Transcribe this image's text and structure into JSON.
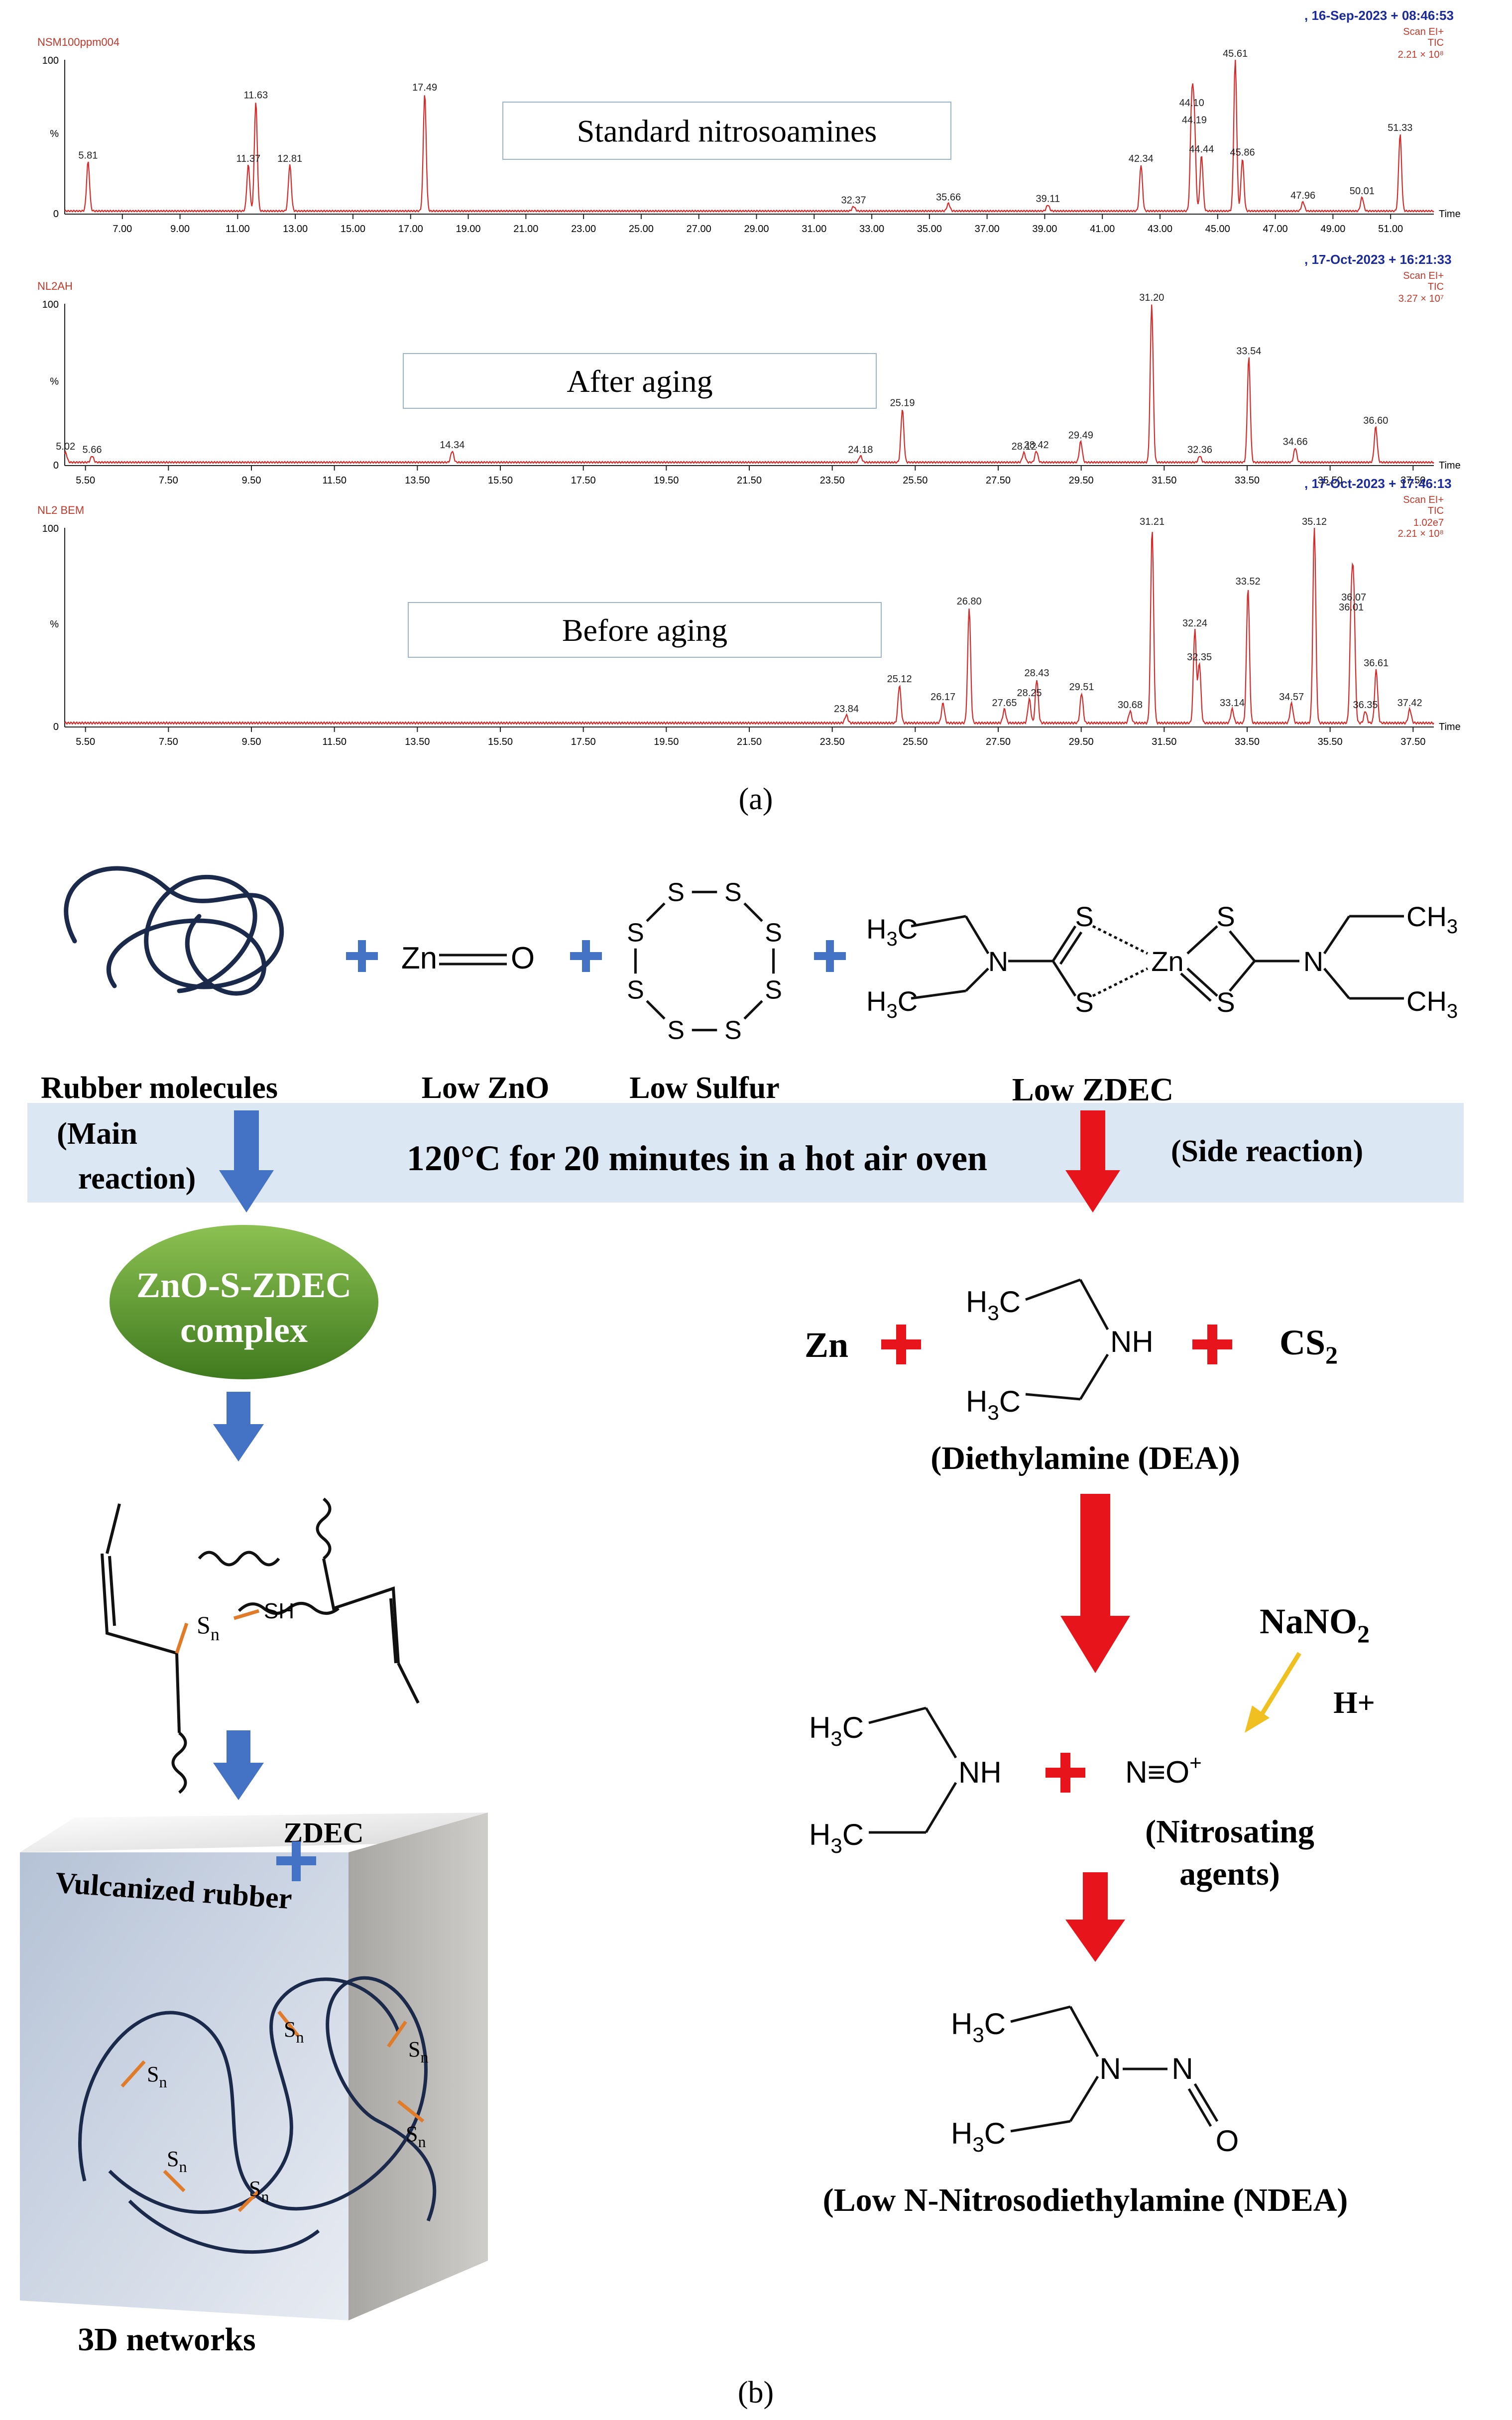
{
  "figure": {
    "panel_a_label": "(a)",
    "panel_b_label": "(b)"
  },
  "chromatograms": [
    {
      "sample_id": "NSM100ppm004",
      "stamp": ", 16-Sep-2023 + 08:46:53",
      "scan": "Scan EI+",
      "tic": "TIC",
      "intensity": "2.21 × 10⁸",
      "label": "Standard nitrosoamines",
      "y_top": "100",
      "y_mid": "%",
      "y_zero": "0",
      "x_label": "Time",
      "ticks": [
        "7.00",
        "9.00",
        "11.00",
        "13.00",
        "15.00",
        "17.00",
        "19.00",
        "21.00",
        "23.00",
        "25.00",
        "27.00",
        "29.00",
        "31.00",
        "33.00",
        "35.00",
        "37.00",
        "39.00",
        "41.00",
        "43.00",
        "45.00",
        "47.00",
        "49.00",
        "51.00"
      ],
      "xlim": [
        5.0,
        52.5
      ],
      "peaks": [
        {
          "t": 5.81,
          "h": 0.32,
          "label": "5.81"
        },
        {
          "t": 11.37,
          "h": 0.3,
          "label": "11.37"
        },
        {
          "t": 11.63,
          "h": 0.71,
          "label": "11.63"
        },
        {
          "t": 12.81,
          "h": 0.3,
          "label": "12.81"
        },
        {
          "t": 17.49,
          "h": 0.76,
          "label": "17.49"
        },
        {
          "t": 32.37,
          "h": 0.03,
          "label": "32.37"
        },
        {
          "t": 35.66,
          "h": 0.05,
          "label": "35.66"
        },
        {
          "t": 39.11,
          "h": 0.04,
          "label": "39.11"
        },
        {
          "t": 42.34,
          "h": 0.3,
          "label": "42.34"
        },
        {
          "t": 44.1,
          "h": 0.66,
          "label": "44.10"
        },
        {
          "t": 44.19,
          "h": 0.55,
          "label": "44.19"
        },
        {
          "t": 44.44,
          "h": 0.36,
          "label": "44.44"
        },
        {
          "t": 45.61,
          "h": 0.98,
          "label": "45.61"
        },
        {
          "t": 45.86,
          "h": 0.34,
          "label": "45.86"
        },
        {
          "t": 47.96,
          "h": 0.06,
          "label": "47.96"
        },
        {
          "t": 50.01,
          "h": 0.09,
          "label": "50.01"
        },
        {
          "t": 51.33,
          "h": 0.5,
          "label": "51.33"
        }
      ]
    },
    {
      "sample_id": "NL2AH",
      "stamp": ", 17-Oct-2023 + 16:21:33",
      "scan": "Scan EI+",
      "tic": "TIC",
      "intensity": "3.27 × 10⁷",
      "label": "After aging",
      "y_top": "100",
      "y_mid": "%",
      "y_zero": "0",
      "x_label": "Time",
      "ticks": [
        "5.50",
        "7.50",
        "9.50",
        "11.50",
        "13.50",
        "15.50",
        "17.50",
        "19.50",
        "21.50",
        "23.50",
        "25.50",
        "27.50",
        "29.50",
        "31.50",
        "33.50",
        "35.50",
        "37.50"
      ],
      "xlim": [
        5.0,
        38.0
      ],
      "peaks": [
        {
          "t": 5.02,
          "h": 0.06,
          "label": "5.02"
        },
        {
          "t": 5.66,
          "h": 0.04,
          "label": "5.66"
        },
        {
          "t": 14.34,
          "h": 0.07,
          "label": "14.34"
        },
        {
          "t": 24.18,
          "h": 0.04,
          "label": "24.18"
        },
        {
          "t": 25.19,
          "h": 0.33,
          "label": "25.19"
        },
        {
          "t": 28.12,
          "h": 0.06,
          "label": "28.12"
        },
        {
          "t": 28.42,
          "h": 0.07,
          "label": "28.42"
        },
        {
          "t": 29.49,
          "h": 0.13,
          "label": "29.49"
        },
        {
          "t": 31.2,
          "h": 0.98,
          "label": "31.20"
        },
        {
          "t": 32.36,
          "h": 0.04,
          "label": "32.36"
        },
        {
          "t": 33.54,
          "h": 0.65,
          "label": "33.54"
        },
        {
          "t": 34.66,
          "h": 0.09,
          "label": "34.66"
        },
        {
          "t": 36.6,
          "h": 0.22,
          "label": "36.60"
        }
      ]
    },
    {
      "sample_id": "NL2 BEM",
      "stamp": ", 17-Oct-2023 + 17:46:13",
      "scan": "Scan EI+",
      "tic": "TIC",
      "intensity": "1.02e7",
      "intensity2": "2.21 × 10⁸",
      "label": "Before aging",
      "y_top": "100",
      "y_mid": "%",
      "y_zero": "0",
      "x_label": "Time",
      "ticks": [
        "5.50",
        "7.50",
        "9.50",
        "11.50",
        "13.50",
        "15.50",
        "17.50",
        "19.50",
        "21.50",
        "23.50",
        "25.50",
        "27.50",
        "29.50",
        "31.50",
        "33.50",
        "35.50",
        "37.50"
      ],
      "xlim": [
        5.0,
        38.0
      ],
      "peaks": [
        {
          "t": 23.84,
          "h": 0.04,
          "label": "23.84"
        },
        {
          "t": 25.12,
          "h": 0.19,
          "label": "25.12"
        },
        {
          "t": 26.17,
          "h": 0.1,
          "label": "26.17"
        },
        {
          "t": 26.8,
          "h": 0.58,
          "label": "26.80"
        },
        {
          "t": 27.65,
          "h": 0.07,
          "label": "27.65"
        },
        {
          "t": 28.25,
          "h": 0.12,
          "label": "28.25"
        },
        {
          "t": 28.43,
          "h": 0.22,
          "label": "28.43"
        },
        {
          "t": 29.51,
          "h": 0.15,
          "label": "29.51"
        },
        {
          "t": 30.68,
          "h": 0.06,
          "label": "30.68"
        },
        {
          "t": 31.21,
          "h": 0.98,
          "label": "31.21"
        },
        {
          "t": 32.24,
          "h": 0.47,
          "label": "32.24"
        },
        {
          "t": 32.35,
          "h": 0.3,
          "label": "32.35"
        },
        {
          "t": 33.14,
          "h": 0.07,
          "label": "33.14"
        },
        {
          "t": 33.52,
          "h": 0.68,
          "label": "33.52"
        },
        {
          "t": 34.57,
          "h": 0.1,
          "label": "34.57"
        },
        {
          "t": 35.12,
          "h": 0.99,
          "label": "35.12"
        },
        {
          "t": 36.07,
          "h": 0.6,
          "label": "36.07"
        },
        {
          "t": 36.01,
          "h": 0.55,
          "label": "36.01"
        },
        {
          "t": 36.35,
          "h": 0.06,
          "label": "36.35"
        },
        {
          "t": 36.61,
          "h": 0.27,
          "label": "36.61"
        },
        {
          "t": 37.42,
          "h": 0.07,
          "label": "37.42"
        }
      ]
    }
  ],
  "scheme": {
    "reactants": {
      "rubber": "Rubber molecules",
      "zno": "Low ZnO",
      "sulfur": "Low Sulfur",
      "zdec": "Low ZDEC",
      "zno_formula_zn": "Zn",
      "zno_formula_o": "O",
      "s_atom": "S",
      "zn_atom": "Zn",
      "n_atom": "N",
      "h3c": "H",
      "ch3": "CH",
      "sub3": "3",
      "c": "C"
    },
    "condition": "120°C for 20 minutes in a hot air oven",
    "main_reaction_1": "(Main",
    "main_reaction_2": "reaction)",
    "side_reaction": "(Side reaction)",
    "complex_1": "ZnO-S-ZDEC",
    "complex_2": "complex",
    "sn": "S",
    "sn_sub": "n",
    "sh": "SH",
    "zdec_label": "ZDEC",
    "vulcanized": "Vulcanized rubber",
    "networks": "3D networks",
    "zn_product": "Zn",
    "nh": "NH",
    "cs": "CS",
    "cs_sub": "2",
    "dea": "(Diethylamine (DEA))",
    "nano": "NaNO",
    "nano_sub": "2",
    "hplus": "H+",
    "nitrosonium": "N≡O",
    "plus_charge": "+",
    "nitrosating_1": "(Nitrosating",
    "nitrosating_2": "agents)",
    "ndea_n": "N",
    "ndea_o": "O",
    "ndea": "(Low N-Nitrosodiethylamine (NDEA)"
  },
  "colors": {
    "trace": "#d42a2a",
    "blue_arrow": "#4472c4",
    "red_arrow": "#e8141b",
    "band": "#dbe8f4",
    "chain": "#1b2a4a",
    "crosslink": "#e07b2a",
    "nano_arrow": "#f0c020",
    "complex_top": "#8cc152",
    "complex_bottom": "#3f7a1e"
  }
}
